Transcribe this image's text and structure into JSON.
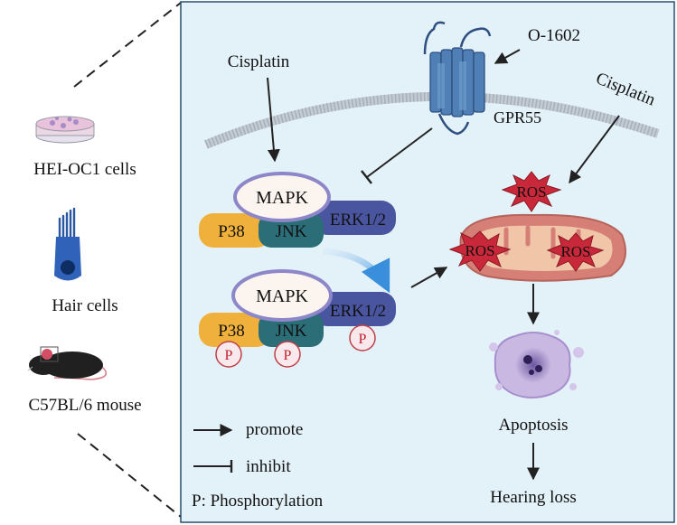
{
  "left_panel": {
    "items": [
      {
        "label": "HEI-OC1 cells",
        "icon": "petri-dish-icon"
      },
      {
        "label": "Hair cells",
        "icon": "hair-cell-icon"
      },
      {
        "label": "C57BL/6 mouse",
        "icon": "mouse-icon"
      }
    ]
  },
  "diagram": {
    "cisplatin_left": "Cisplatin",
    "cisplatin_right": "Cisplatin",
    "agonist": "O-1602",
    "receptor": "GPR55",
    "complex_top": {
      "mapk": "MAPK",
      "p38": "P38",
      "jnk": "JNK",
      "erk": "ERK1/2"
    },
    "complex_bottom": {
      "mapk": "MAPK",
      "p38": "P38",
      "jnk": "JNK",
      "erk": "ERK1/2",
      "phospho": "P"
    },
    "ros_labels": [
      "ROS",
      "ROS",
      "ROS"
    ],
    "apoptosis": "Apoptosis",
    "hearing_loss": "Hearing loss"
  },
  "legend": {
    "promote": "promote",
    "inhibit": "inhibit",
    "phosphorylation": "P: Phosphorylation"
  },
  "colors": {
    "panel_bg": "#e3f1f8",
    "panel_border": "#2a4e6a",
    "p38": "#f0b13c",
    "jnk": "#2c6e78",
    "erk": "#4a55a0",
    "mapk_fill": "#fcf4ee",
    "mapk_stroke": "#8d87c9",
    "mito": "#d57f76",
    "ros": "#c8283a",
    "receptor": "#4f7fb4"
  }
}
